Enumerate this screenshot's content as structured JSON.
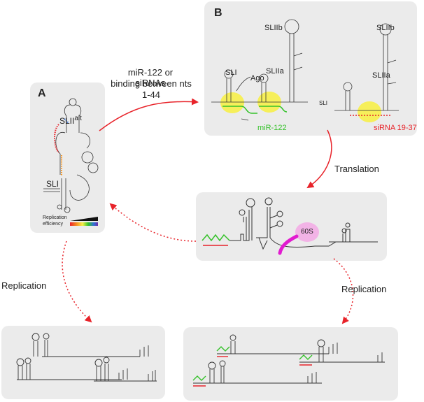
{
  "panelA": {
    "label": "A",
    "sl2": "SLII",
    "sl2_sup": "alt",
    "sl1": "SLI",
    "legend_line1": "Replication",
    "legend_line2": "efficiency"
  },
  "panelB": {
    "label": "B",
    "sl1": "SLI",
    "ago": "Ago",
    "mir": "miR-122",
    "sl2b_left": "SLIIb",
    "sl2a_left": "SLIIa",
    "sl2b_right": "SLIIb",
    "sl2a_right": "SLIIa",
    "sl1_right": "SLI",
    "sirna": "siRNA 19-37"
  },
  "arrows": {
    "binding_line1": "miR-122 or siRNAs",
    "binding_line2": "binding between nts",
    "binding_line3": "1-44",
    "translation": "Translation",
    "replication_left": "Replication",
    "replication_right": "Replication"
  },
  "middle": {
    "ribosome": "60S"
  },
  "colors": {
    "panel_bg": "#ebebeb",
    "arrow_red": "#e8232a",
    "mir_green": "#35c22a",
    "highlight_yellow": "#f7f04a",
    "ribosome_pink": "#f2b3e6",
    "ribosome_magenta": "#e21bd0",
    "sirna_red": "#e8232a"
  }
}
